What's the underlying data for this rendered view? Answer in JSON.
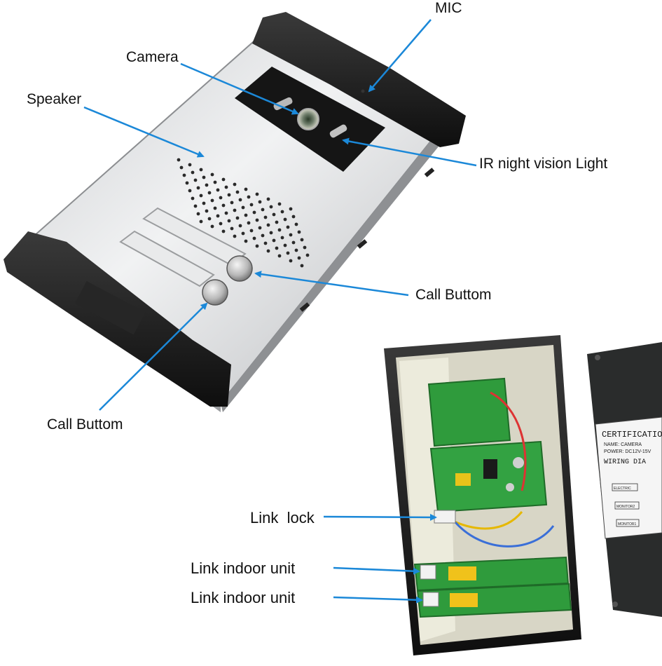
{
  "labels": {
    "mic": "MIC",
    "camera": "Camera",
    "speaker": "Speaker",
    "ir_light": "IR night vision Light",
    "call_button_right": "Call Buttom",
    "call_button_left": "Call Buttom",
    "link_lock": "Link  lock",
    "link_indoor_unit_1": "Link indoor unit",
    "link_indoor_unit_2": "Link indoor unit"
  },
  "certificate": {
    "title": "CERTIFICATIO",
    "name": "NAME: CAMERA",
    "power": "POWER: DC12V-15V",
    "wiring": "WIRING  DIA",
    "rows": [
      "ELECTRIC",
      "MONITOR2",
      "MONITOR1"
    ]
  },
  "colors": {
    "arrow": "#1b88d8",
    "panel": "#d4d6d9",
    "caps": "#1c1c1c",
    "pcb": "#2f9b3c",
    "housing": "#2a2c2c"
  }
}
